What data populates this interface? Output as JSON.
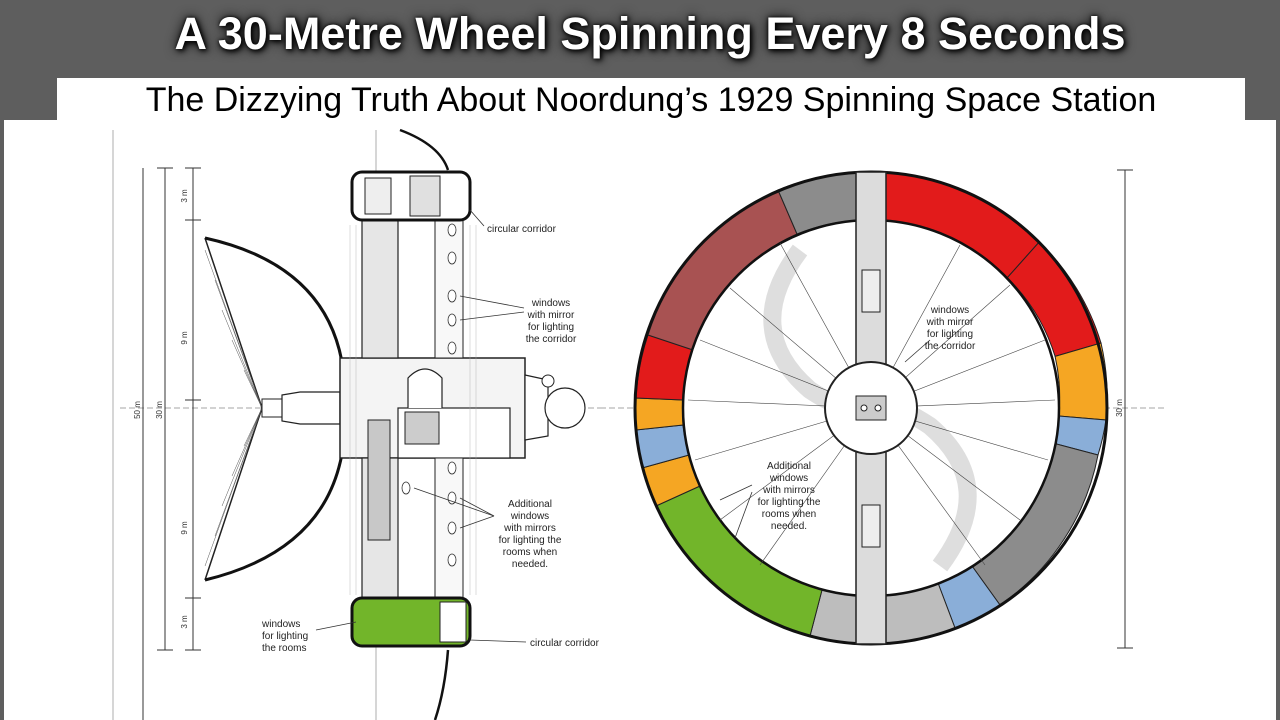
{
  "header": {
    "title": "A 30-Metre Wheel Spinning Every 8 Seconds",
    "subtitle": "The Dizzying Truth About Noordung’s 1929 Spinning Space Station"
  },
  "side_view": {
    "label_circular_corridor_top": "circular corridor",
    "label_windows_mirror": [
      "windows",
      "with mirror",
      "for lighting",
      "the corridor"
    ],
    "label_additional_windows": [
      "Additional",
      "windows",
      "with mirrors",
      "for lighting the",
      "rooms when",
      "needed."
    ],
    "label_windows_rooms": [
      "windows",
      "for lighting",
      "the rooms"
    ],
    "label_circular_corridor_bottom": "circular corridor",
    "dimensions": {
      "top": "3 m",
      "upper": "9 m",
      "lower": "9 m",
      "bottom": "3 m",
      "total": "30 m",
      "overall": "50 m"
    }
  },
  "front_view": {
    "label_windows_mirror": [
      "windows",
      "with mirror",
      "for lighting",
      "the corridor"
    ],
    "label_additional_windows": [
      "Additional",
      "windows",
      "with mirrors",
      "for lighting the",
      "rooms when",
      "needed."
    ],
    "dimension_total": "30 m"
  },
  "colors": {
    "banner": "#5e5e5e",
    "red": "#e21b1b",
    "dark_red": "#a85252",
    "orange": "#f5a623",
    "blue": "#8aaed8",
    "green": "#72b52a",
    "gray": "#8c8c8c"
  }
}
